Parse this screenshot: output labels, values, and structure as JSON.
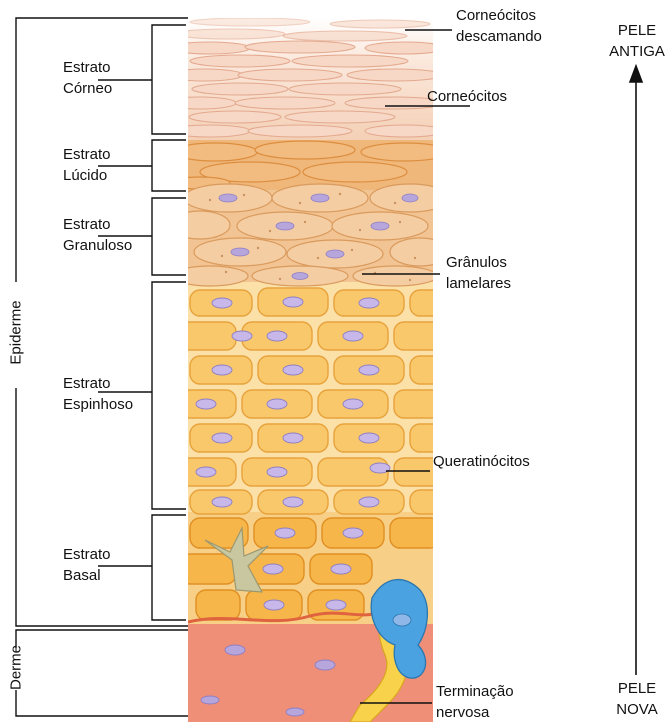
{
  "strata": [
    {
      "line1": "Estrato",
      "line2": "Córneo"
    },
    {
      "line1": "Estrato",
      "line2": "Lúcido"
    },
    {
      "line1": "Estrato",
      "line2": "Granuloso"
    },
    {
      "line1": "Estrato",
      "line2": "Espinhoso"
    },
    {
      "line1": "Estrato",
      "line2": "Basal"
    }
  ],
  "regions": {
    "epidermis": "Epiderme",
    "dermis": "Derme"
  },
  "callouts": {
    "shedding_corneocytes": {
      "line1": "Corneócitos",
      "line2": "descamando"
    },
    "corneocytes": "Corneócitos",
    "lamellar_granules": {
      "line1": "Grânulos",
      "line2": "lamelares"
    },
    "keratinocytes": "Queratinócitos",
    "nerve_ending": {
      "line1": "Terminação",
      "line2": "nervosa"
    }
  },
  "skin_age": {
    "old": {
      "line1": "PELE",
      "line2": "ANTIGA"
    },
    "new": {
      "line1": "PELE",
      "line2": "NOVA"
    }
  },
  "colors": {
    "corneum": "#f6dccb",
    "lucidum": "#f0b77a",
    "granulosum": "#f4c58f",
    "spinosum": "#f8bf62",
    "basale": "#f3a63a",
    "dermis": "#ef8f78",
    "nucleus": "#b7a6dc",
    "nerve": "#4aa3e0"
  }
}
